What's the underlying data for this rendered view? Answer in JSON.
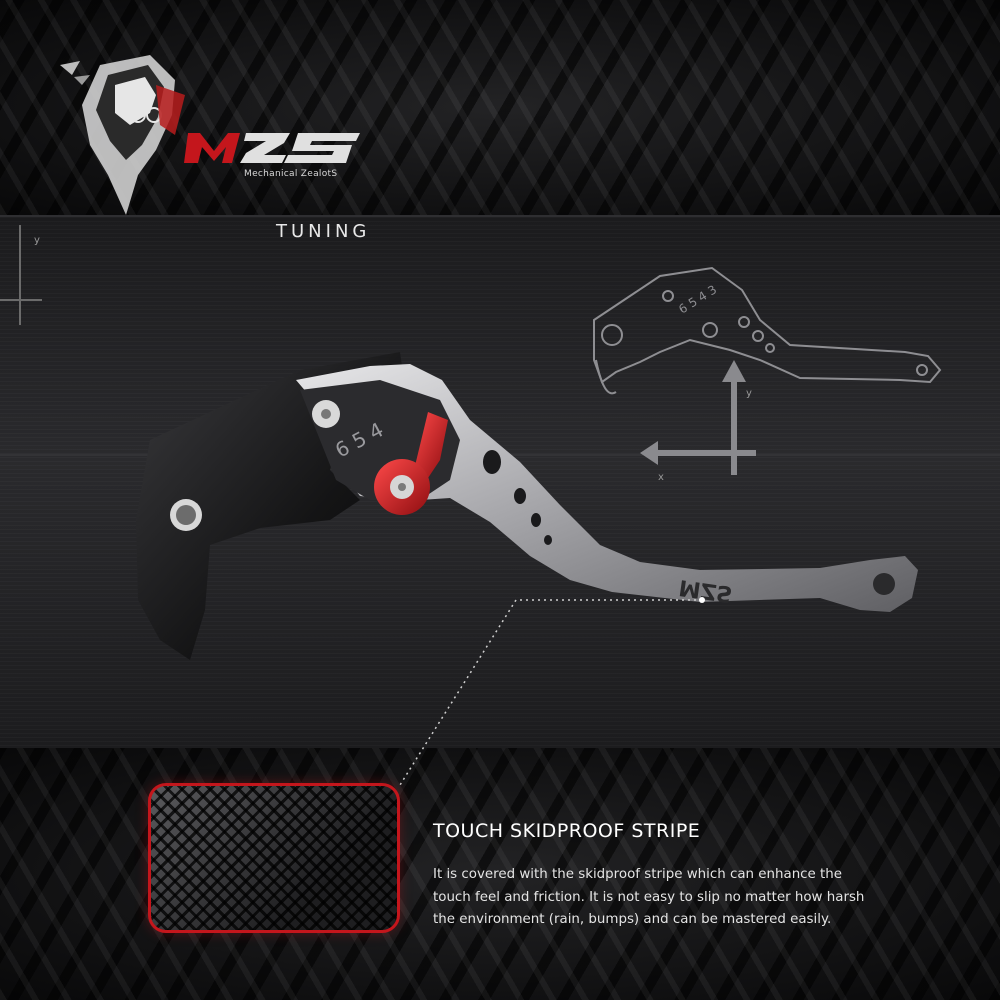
{
  "brand": {
    "logo_letters": "MZS",
    "subtitle": "Mechanical ZealotS",
    "tagline": "TUNING",
    "accent_color": "#c4161c"
  },
  "diagram": {
    "axis_y_label": "y",
    "axis_x_label": "x",
    "scale_marks": "6 5 4 3"
  },
  "product": {
    "scale_marks": "6 5 4",
    "engraving": "MZS",
    "lever_color": "silver",
    "adjuster_color": "#c4161c"
  },
  "feature": {
    "heading": "TOUCH SKIDPROOF STRIPE",
    "lines": [
      "It is covered with the skidproof stripe which can enhance the",
      "touch feel and friction. It is not easy to slip no matter how harsh",
      "the environment (rain, bumps) and can be mastered easily."
    ]
  }
}
